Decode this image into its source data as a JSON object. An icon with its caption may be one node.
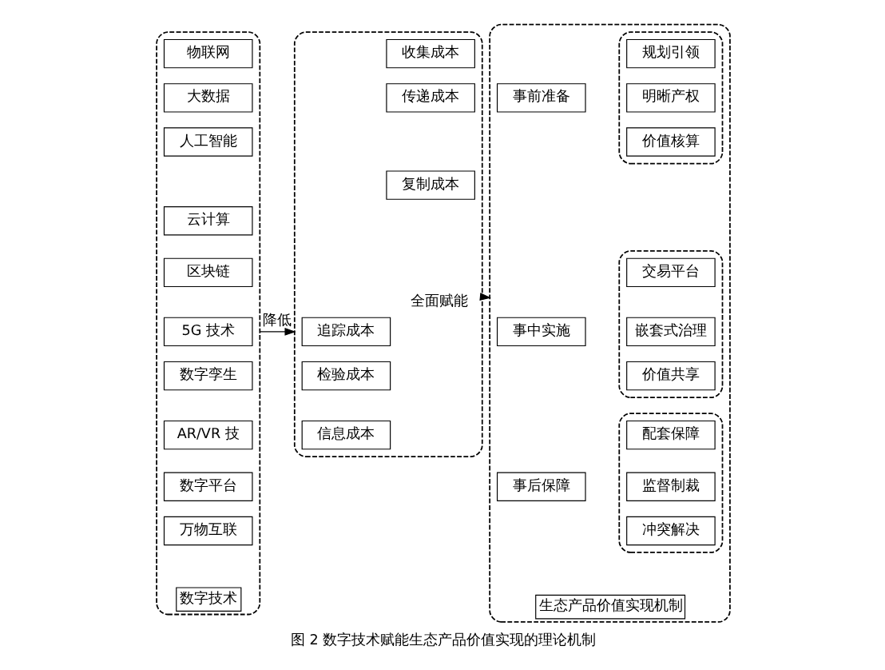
{
  "diagram": {
    "caption": "图 2 数字技术赋能生态产品价值实现的理论机制",
    "nodes": [
      {
        "text": [
          "数字技术"
        ]
      },
      {
        "text": [
          "物联网"
        ],
        "in": 0
      },
      {
        "text": [
          "大数据"
        ],
        "in": 0
      },
      {
        "text": [
          "人工智能"
        ],
        "in": 0
      },
      {
        "text": [
          "云计算"
        ],
        "in": 0
      },
      {
        "text": [
          "区块链"
        ],
        "in": 0
      },
      {
        "text": [
          "5G 技术"
        ],
        "in": 0
      },
      {
        "text": [
          "数字孪生"
        ],
        "in": 0
      },
      {
        "text": [
          "AR/VR 技"
        ],
        "in": 0
      },
      {
        "text": [
          "数字平台"
        ],
        "in": 0
      },
      {
        "text": [
          "万物互联"
        ],
        "in": 0
      },
      {
        "text": [],
        "shape": "box"
      },
      {
        "text": [
          "收集成本"
        ],
        "in": 11
      },
      {
        "text": [
          "传递成本"
        ],
        "in": 11
      },
      {
        "text": [
          "复制成本"
        ],
        "in": 11
      },
      {
        "text": [
          "追踪成本"
        ],
        "in": 11
      },
      {
        "text": [
          "检验成本"
        ],
        "in": 11
      },
      {
        "text": [
          "信息成本"
        ],
        "in": 11
      },
      {
        "text": [
          "生态产品价值实现机制"
        ]
      },
      {
        "text": [
          "事前准备"
        ],
        "in": 18
      },
      {
        "text": [],
        "shape": "box",
        "in": 18
      },
      {
        "text": [
          "规划引领"
        ],
        "in": 20
      },
      {
        "text": [
          "明晰产权"
        ],
        "in": 20
      },
      {
        "text": [
          "价值核算"
        ],
        "in": 20
      },
      {
        "text": [
          "事中实施"
        ],
        "in": 18
      },
      {
        "text": [],
        "shape": "box",
        "in": 18
      },
      {
        "text": [
          "交易平台"
        ],
        "in": 25
      },
      {
        "text": [
          "嵌套式治理"
        ],
        "in": 25
      },
      {
        "text": [
          "价值共享"
        ],
        "in": 25
      },
      {
        "text": [
          "事后保障"
        ],
        "in": 18
      },
      {
        "text": [],
        "shape": "box",
        "in": 18
      },
      {
        "text": [
          "配套保障"
        ],
        "in": 30
      },
      {
        "text": [
          "监督制裁"
        ],
        "in": 30
      },
      {
        "text": [
          "冲突解决"
        ],
        "in": 30
      }
    ],
    "edges": [
      {
        "from": 0,
        "to": 11,
        "label": "降低",
        "arrow": "to"
      },
      {
        "from": 11,
        "to": 18,
        "label": "全面赋能",
        "arrow": "to"
      }
    ]
  }
}
